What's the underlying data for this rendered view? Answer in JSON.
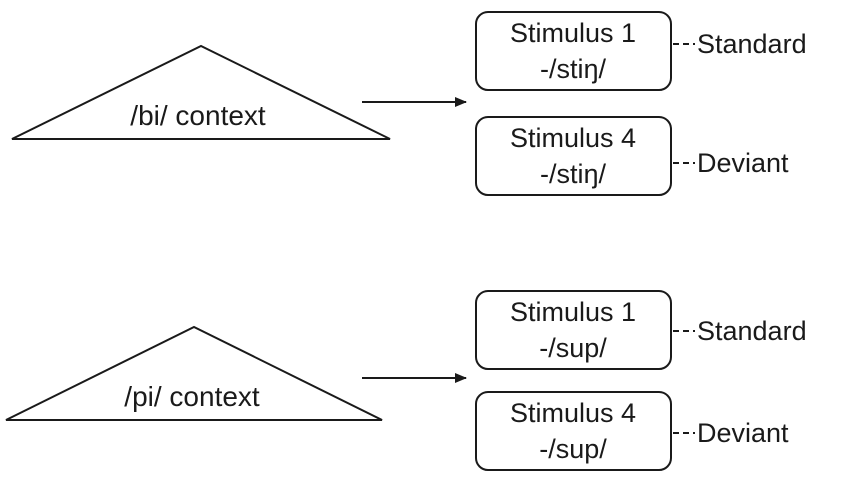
{
  "diagram": {
    "groups": [
      {
        "context_label": "/bi/ context",
        "stimuli": [
          {
            "title": "Stimulus 1",
            "sound": "-/stiŋ/",
            "role": "Standard"
          },
          {
            "title": "Stimulus 4",
            "sound": "-/stiŋ/",
            "role": "Deviant"
          }
        ]
      },
      {
        "context_label": "/pi/ context",
        "stimuli": [
          {
            "title": "Stimulus 1",
            "sound": "-/sup/",
            "role": "Standard"
          },
          {
            "title": "Stimulus 4",
            "sound": "-/sup/",
            "role": "Deviant"
          }
        ]
      }
    ]
  }
}
